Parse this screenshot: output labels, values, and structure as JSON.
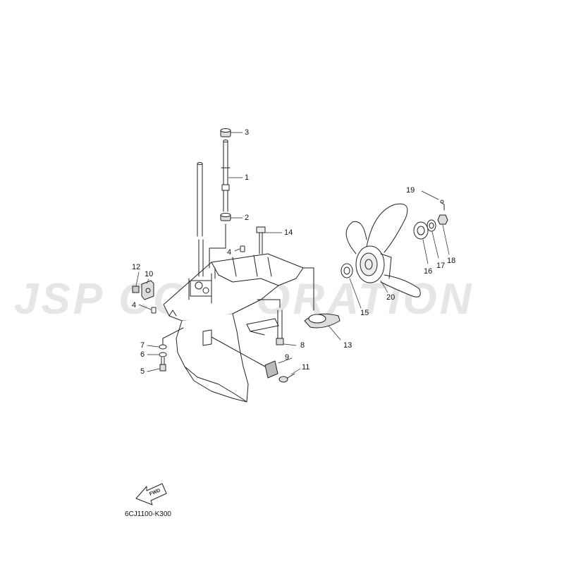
{
  "watermark": {
    "text": "JSP CORPORATION"
  },
  "diagram_code": "6CJ1100-K300",
  "fwd_label": "FWD",
  "callouts": {
    "p1": "1",
    "p2": "2",
    "p3": "3",
    "p4a": "4",
    "p4b": "4",
    "p5": "5",
    "p6": "6",
    "p7": "7",
    "p8": "8",
    "p9": "9",
    "p10": "10",
    "p11": "11",
    "p12": "12",
    "p13": "13",
    "p14": "14",
    "p15": "15",
    "p16": "16",
    "p17": "17",
    "p18": "18",
    "p19": "19",
    "p20": "20"
  }
}
